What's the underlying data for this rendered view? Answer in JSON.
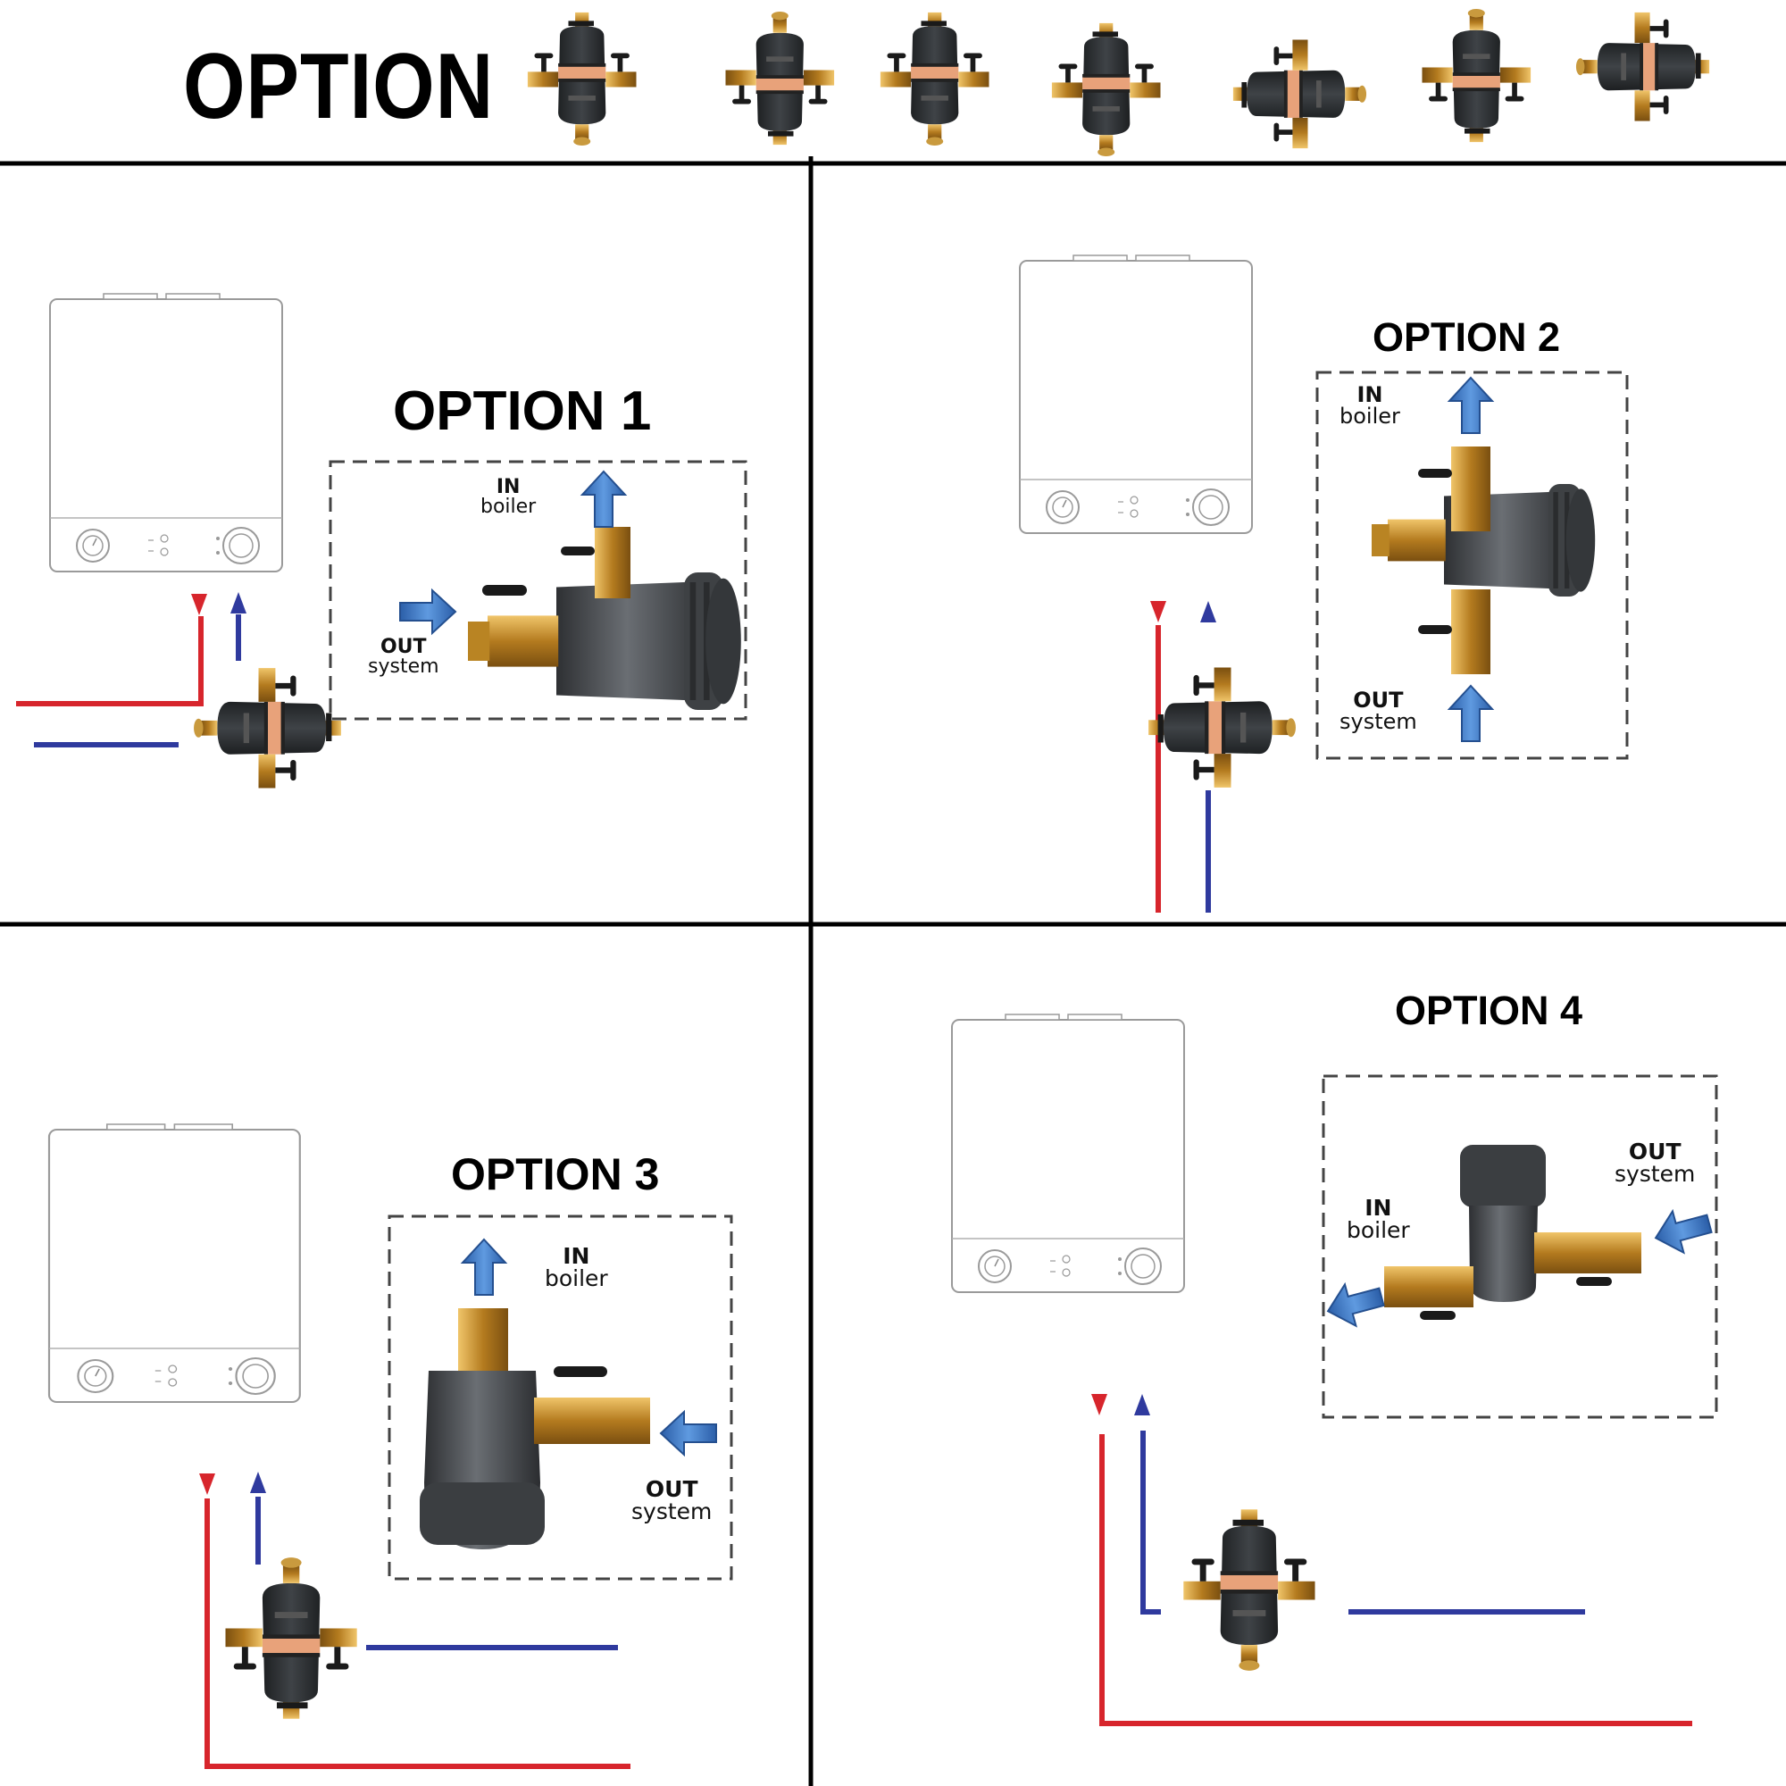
{
  "header": {
    "title": "OPTION",
    "orientation_thumbnails": 7
  },
  "colors": {
    "flow_hot": "#d7252c",
    "flow_cold": "#2f3a9e",
    "arrow_blue": "#3d77c2",
    "filter_body": "#4b4e52",
    "brass": "#c08a2a",
    "valve_handle": "#1a1a1a",
    "divider": "#000000"
  },
  "options": [
    {
      "title": "OPTION 1",
      "in_label": "IN",
      "in_sub": "boiler",
      "out_label": "OUT",
      "out_sub": "system"
    },
    {
      "title": "OPTION 2",
      "in_label": "IN",
      "in_sub": "boiler",
      "out_label": "OUT",
      "out_sub": "system"
    },
    {
      "title": "OPTION 3",
      "in_label": "IN",
      "in_sub": "boiler",
      "out_label": "OUT",
      "out_sub": "system"
    },
    {
      "title": "OPTION 4",
      "in_label": "IN",
      "in_sub": "boiler",
      "out_label": "OUT",
      "out_sub": "system"
    }
  ]
}
